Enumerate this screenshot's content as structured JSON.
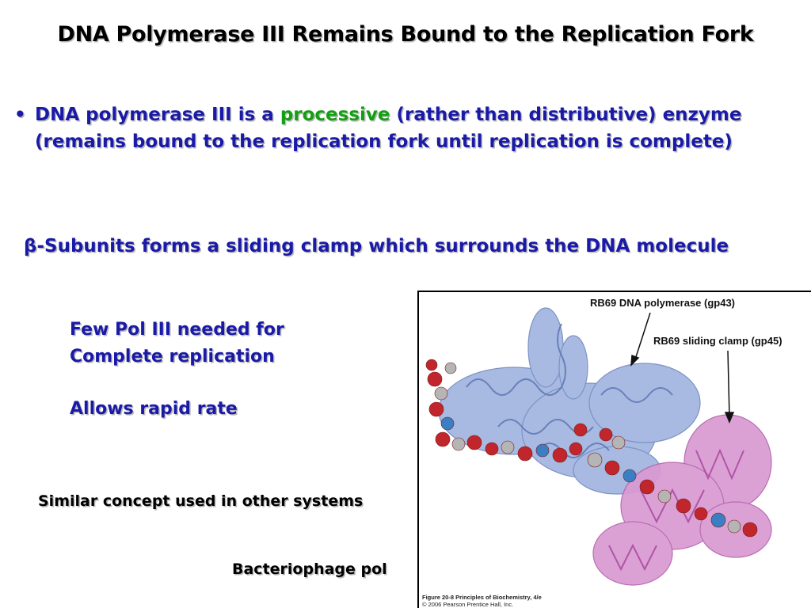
{
  "title": "DNA Polymerase III Remains Bound to the Replication Fork",
  "bullet": {
    "marker": "•",
    "text_before": "DNA polymerase III is a ",
    "highlight": "processive",
    "text_after": " (rather than distributive) enzyme (remains bound to the replication fork until replication is complete)"
  },
  "beta_line": {
    "symbol": "β",
    "text": "-Subunits forms a sliding clamp which surrounds the DNA molecule"
  },
  "notes": {
    "line1": "Few Pol III needed for",
    "line2": "Complete replication",
    "line3": "Allows rapid rate"
  },
  "similar": "Similar concept used in other systems",
  "bacteriophage": "Bacteriophage pol",
  "figure": {
    "label_polymerase": "RB69 DNA polymerase (gp43)",
    "label_clamp": "RB69 sliding clamp (gp45)",
    "caption_line1": "Figure 20-8  Principles of Biochemistry, 4/e",
    "caption_line2": "© 2006 Pearson Prentice Hall, Inc."
  },
  "colors": {
    "title": "#000000",
    "body_blue": "#1a1aa8",
    "highlight_green": "#12a012",
    "polymerase_blue": "#8ea6d6",
    "clamp_pink": "#d083c9",
    "dna_red": "#c0262b"
  }
}
